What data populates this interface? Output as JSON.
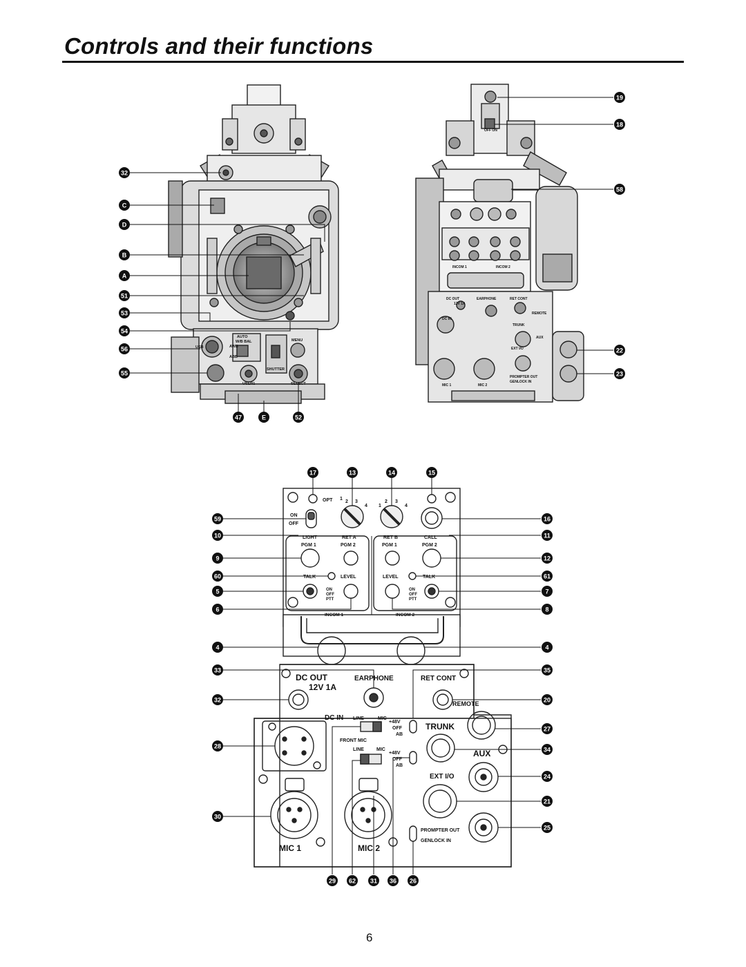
{
  "page": {
    "title": "Controls and their functions",
    "page_number": "6"
  },
  "rear_view_left": {
    "callouts_left": [
      "32",
      "C",
      "D",
      "B",
      "A",
      "51",
      "53",
      "54",
      "56",
      "55"
    ],
    "callouts_bottom": [
      "47",
      "E",
      "52"
    ],
    "labels": {
      "auto": "AUTO",
      "wbal": "W/B BAL",
      "awb": "AWB",
      "abb": "ABB",
      "menu": "MENU",
      "shutter": "SHUTTER",
      "user1": "USER1",
      "select": "SELECT",
      "usb": "USB"
    }
  },
  "rear_view_right": {
    "callouts_right": [
      "19",
      "18",
      "58",
      "22",
      "23"
    ],
    "labels": {
      "dc_out": "DC OUT",
      "volt": "12V 1A",
      "earphone": "EARPHONE",
      "ret_cont": "RET CONT",
      "remote": "REMOTE",
      "dc_in": "DC IN",
      "trunk": "TRUNK",
      "aux": "AUX",
      "ext_io": "EXT I/O",
      "mic1": "MIC 1",
      "mic2": "MIC 2",
      "incom1": "INCOM 1",
      "incom2": "INCOM 2",
      "prompter_out": "PROMPTER OUT",
      "genlock_in": "GENLOCK IN",
      "off_on": "OFF ON"
    }
  },
  "intercom_panel": {
    "callouts_top": [
      "17",
      "13",
      "14",
      "15"
    ],
    "callouts_left": [
      "59",
      "10",
      "9",
      "60",
      "5",
      "6",
      "4"
    ],
    "callouts_right": [
      "16",
      "11",
      "12",
      "61",
      "7",
      "8",
      "4"
    ],
    "labels": {
      "opt": "OPT",
      "dial_marks": [
        "1",
        "2",
        "3",
        "4"
      ],
      "on": "ON",
      "off": "OFF",
      "ptt": "PTT",
      "light": "LIGHT",
      "ret_a": "RET A",
      "ret_b": "RET B",
      "call": "CALL",
      "pgm1": "PGM 1",
      "pgm2": "PGM 2",
      "talk": "TALK",
      "level": "LEVEL",
      "incom1": "INCOM 1",
      "incom2": "INCOM 2"
    }
  },
  "connector_panel": {
    "callouts_left": [
      "33",
      "32",
      "28",
      "30"
    ],
    "callouts_right": [
      "35",
      "20",
      "27",
      "34",
      "24",
      "21",
      "25"
    ],
    "callouts_bottom": [
      "29",
      "62",
      "31",
      "36",
      "26"
    ],
    "labels": {
      "dc_out": "DC OUT",
      "volt": "12V 1A",
      "earphone": "EARPHONE",
      "ret_cont": "RET CONT",
      "remote": "REMOTE",
      "dc_in": "DC IN",
      "line": "LINE",
      "mic": "MIC",
      "p48v": "+48V",
      "off": "OFF",
      "ab": "AB",
      "front_mic": "FRONT MIC",
      "trunk": "TRUNK",
      "aux": "AUX",
      "ext_io": "EXT I/O",
      "prompter_out": "PROMPTER OUT",
      "genlock_in": "GENLOCK IN",
      "mic1": "MIC 1",
      "mic2": "MIC 2"
    }
  }
}
